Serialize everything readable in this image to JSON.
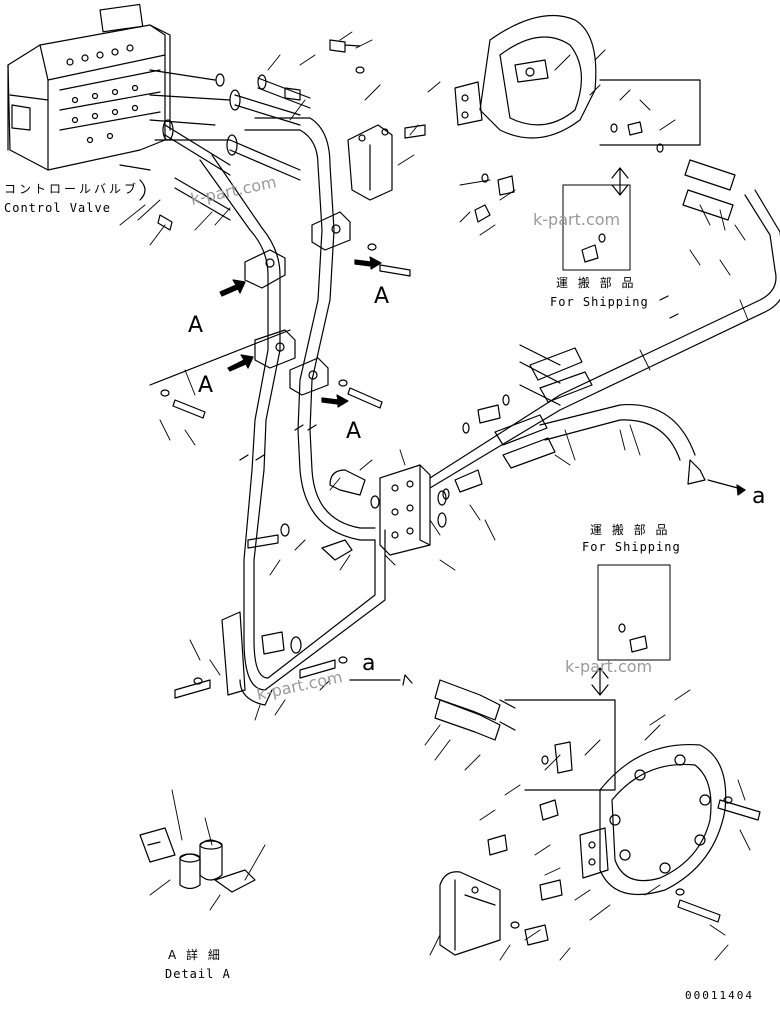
{
  "labels": {
    "control_valve_jp": "コントロールバルブ",
    "control_valve_en": "Control Valve",
    "for_shipping_top_jp": "運 搬 部 品",
    "for_shipping_top_en": "For Shipping",
    "for_shipping_mid_jp": "運 搬 部 品",
    "for_shipping_mid_en": "For Shipping",
    "detail_a_jp": "A 詳 細",
    "detail_a_en": "Detail A",
    "callout_a": "A",
    "callout_small_a": "a",
    "part_number": "00011404"
  },
  "watermarks": [
    "k-part.com",
    "k-part.com",
    "k-part.com",
    "k-part.com"
  ]
}
